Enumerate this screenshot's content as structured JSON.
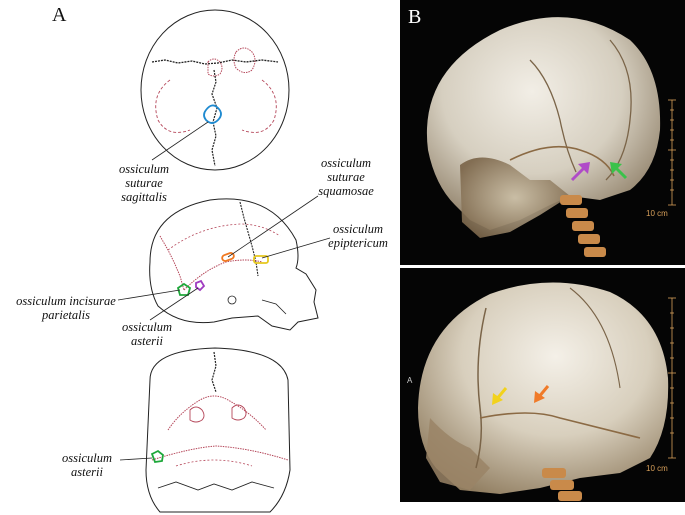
{
  "panels": {
    "a": {
      "label": "A"
    },
    "b": {
      "label": "B"
    }
  },
  "labels": {
    "sagittalis": [
      "ossiculum",
      "suturae",
      "sagittalis"
    ],
    "squamosae": [
      "ossiculum",
      "suturae",
      "squamosae"
    ],
    "epiptericum": [
      "ossiculum",
      "epiptericum"
    ],
    "incisurae": [
      "ossiculum incisurae",
      "parietalis"
    ],
    "asterii_lateral": [
      "ossiculum",
      "asterii"
    ],
    "asterii_posterior": [
      "ossiculum",
      "asterii"
    ]
  },
  "ct": {
    "top": {
      "scale_label": "10 cm"
    },
    "bottom": {
      "scale_label": "10 cm",
      "side_letter": "A"
    }
  },
  "colors": {
    "suture_black": "#222222",
    "suture_red": "#b5475a",
    "ossicle_blue": "#1f8ad0",
    "ossicle_green": "#1ea83a",
    "ossicle_purple": "#a03cc0",
    "ossicle_orange": "#f07820",
    "ossicle_yellow": "#e6c81e",
    "arrow_magenta": "#b04bc8",
    "arrow_green": "#3ac24a",
    "arrow_yellow": "#f2d21c",
    "arrow_orange": "#f07a28",
    "scale_color": "#d8a05a"
  }
}
